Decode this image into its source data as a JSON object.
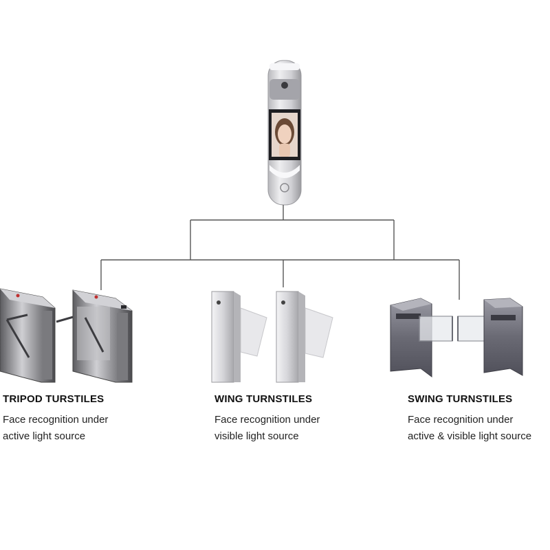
{
  "terminal": {
    "screen": "face-recognition-screen"
  },
  "products": [
    {
      "title": "TRIPOD TURSTILES",
      "desc_line1": "Face recognition under",
      "desc_line2": "active light source"
    },
    {
      "title": "WING TURNSTILES",
      "desc_line1": "Face recognition under",
      "desc_line2": "visible light source"
    },
    {
      "title": "SWING TURNSTILES",
      "desc_line1": "Face recognition under",
      "desc_line2": "active & visible light source"
    }
  ],
  "colors": {
    "line": "#555555",
    "steel_dark": "#6e6e72",
    "steel_light": "#d8d8dc",
    "text": "#111111"
  }
}
